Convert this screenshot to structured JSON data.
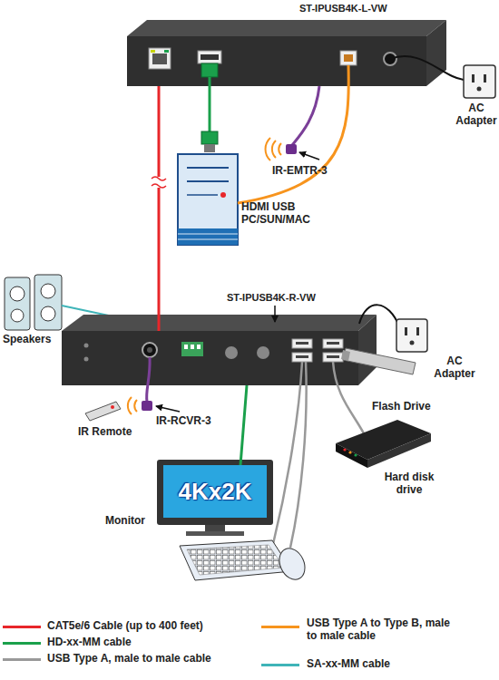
{
  "diagram": {
    "nodes": [
      {
        "text": [
          "ST-IPUSB4K-L-VW"
        ]
      },
      {
        "text": [
          "ST-IPUSB4K-R-VW"
        ]
      },
      {
        "text": [
          "4Kx2K"
        ]
      }
    ],
    "edges": [
      {
        "from": 0,
        "to": 1,
        "arrow": "none"
      },
      {
        "from": 1,
        "to": 2,
        "arrow": "none"
      }
    ],
    "labels": [
      "HDMI USB PC/SUN/MAC",
      "AC Adapter",
      "IR-EMTR-3",
      "Speakers",
      "AC Adapter",
      "IR-RCVR-3",
      "IR Remote",
      "Flash Drive",
      "Hard disk drive",
      "Monitor"
    ],
    "legend": [
      {
        "text": "CAT5e/6 Cable (up to 400 feet)",
        "color": "#e8262a"
      },
      {
        "text": "HD-xx-MM cable",
        "color": "#1aa04b"
      },
      {
        "text": "USB Type A, male to male cable",
        "color": "#999999"
      },
      {
        "text": "USB Type A to Type B, male to male cable",
        "color": "#f7941d"
      },
      {
        "text": "SA-xx-MM cable",
        "color": "#3fb4b8"
      }
    ]
  }
}
